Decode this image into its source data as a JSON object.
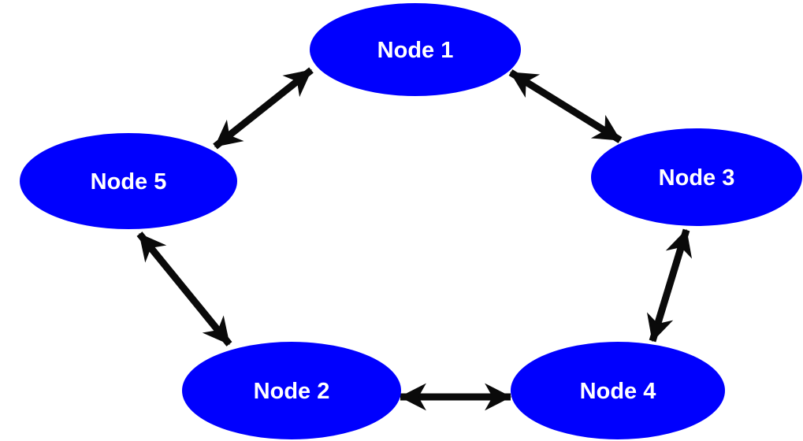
{
  "diagram": {
    "type": "ring-network-topology",
    "nodes": [
      {
        "id": "node-1",
        "label": "Node 1"
      },
      {
        "id": "node-2",
        "label": "Node 2"
      },
      {
        "id": "node-3",
        "label": "Node 3"
      },
      {
        "id": "node-4",
        "label": "Node 4"
      },
      {
        "id": "node-5",
        "label": "Node 5"
      }
    ],
    "edges": [
      {
        "from": "node-5",
        "to": "node-1",
        "bidirectional": true
      },
      {
        "from": "node-1",
        "to": "node-3",
        "bidirectional": true
      },
      {
        "from": "node-3",
        "to": "node-4",
        "bidirectional": true
      },
      {
        "from": "node-2",
        "to": "node-4",
        "bidirectional": true
      },
      {
        "from": "node-5",
        "to": "node-2",
        "bidirectional": true
      }
    ],
    "colors": {
      "node_fill": "#0000fe",
      "node_text": "#ffffff",
      "arrow": "#0a0a0a",
      "background": "#ffffff"
    }
  }
}
